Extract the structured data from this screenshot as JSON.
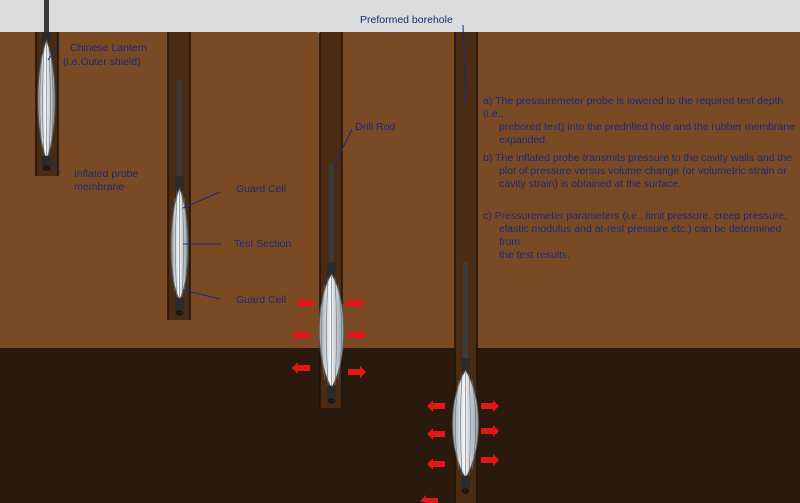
{
  "labels": {
    "preformed_borehole": "Preformed borehole",
    "chinese_lantern_1": "Chinese Lantern",
    "chinese_lantern_2": "(i.e.Outer shield)",
    "inflated_probe_1": "Inflated probe",
    "inflated_probe_2": "membrane",
    "guard_cell_top": "Guard Cell",
    "test_section": "Test Section",
    "guard_cell_bottom": "Guard Cell",
    "drill_rod": "Drill Rod"
  },
  "notes": [
    {
      "line1": "a) The pressuremeter probe is lowered to the required test depth (i.e.,",
      "line2": "prebored test) into the predrilled hole and the rubber membrane",
      "line3": "expanded."
    },
    {
      "line1": "b) The inflated probe transmits pressure to the cavity walls and the",
      "line2": "plot of pressure versus volume change (or volumetric strain or",
      "line3": "cavity strain) is obtained at the surface."
    },
    {
      "line1": "c) Pressuremeter parameters (i.e., limit pressure, creep pressure,",
      "line2": "elastic modulus and at-rest pressure etc.) can be determined from",
      "line3": "the test results."
    }
  ],
  "colors": {
    "sky": "#dcdcdc",
    "soil_upper": "#7a4a24",
    "soil_lower": "#2a1a0e",
    "arrow": "#e01818",
    "label_text": "#1a2a7a"
  }
}
